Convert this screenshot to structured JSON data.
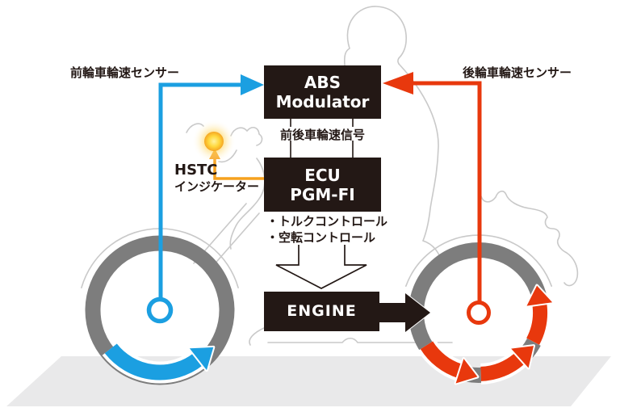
{
  "diagram": {
    "front_wheel_sensor_label": "前輪車輪速センサー",
    "rear_wheel_sensor_label": "後輪車輪速センサー",
    "abs_box": {
      "line1": "ABS",
      "line2": "Modulator"
    },
    "signal_label": "前後車輪速信号",
    "ecu_box": {
      "line1": "ECU",
      "line2": "PGM-FI"
    },
    "control_list": {
      "item1": "・トルクコントロール",
      "item2": "・空転コントロール"
    },
    "hstc_indicator_label": {
      "line1": "HSTC",
      "line2": "インジケーター"
    },
    "engine_box": {
      "label": "ENGINE"
    },
    "colors": {
      "sensor_blue": "#1B9FE1",
      "sensor_red": "#E8380D",
      "hstc_orange": "#F6A11E",
      "indicator_yellow": "#FFD83D",
      "wheel_gray": "#7D7D7D",
      "box_black": "#231815",
      "silhouette_gray": "#C9C9C9",
      "ground_gray": "#E9E9EA"
    }
  }
}
